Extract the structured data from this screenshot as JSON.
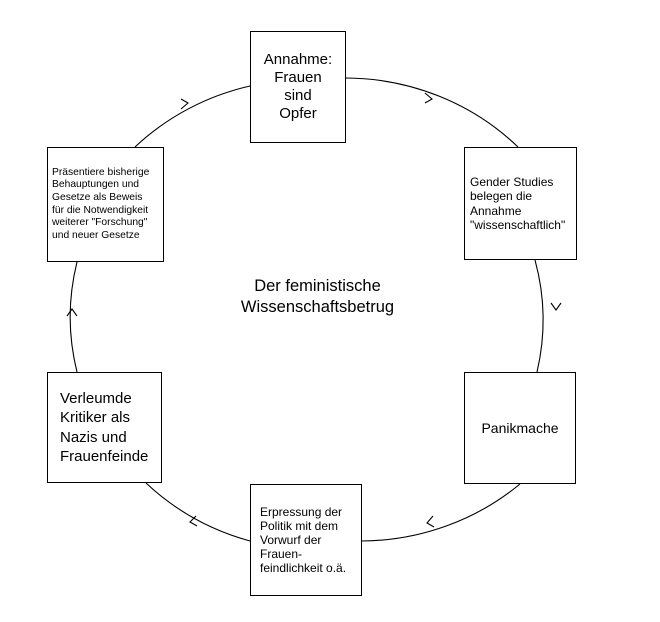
{
  "center_title": "Der feministische\nWissenschaftsbetrug",
  "nodes": [
    {
      "text": "Annahme:\nFrauen\nsind\nOpfer"
    },
    {
      "text": "Gender Studies\nbelegen die\nAnnahme\n\"wissenschaftlich\""
    },
    {
      "text": "Panikmache"
    },
    {
      "text": "Erpressung der\nPolitik mit dem\nVorwurf der\nFrauen-\nfeindlichkeit o.ä."
    },
    {
      "text": "Verleumde\nKritiker als\nNazis und\nFrauenfeinde"
    },
    {
      "text": "Präsentiere bisherige\nBehauptungen und\nGesetze als Beweis\nfür die Notwendigkeit\nweiterer \"Forschung\"\nund neuer Gesetze"
    }
  ],
  "colors": {
    "stroke": "#000000",
    "background": "#ffffff"
  }
}
